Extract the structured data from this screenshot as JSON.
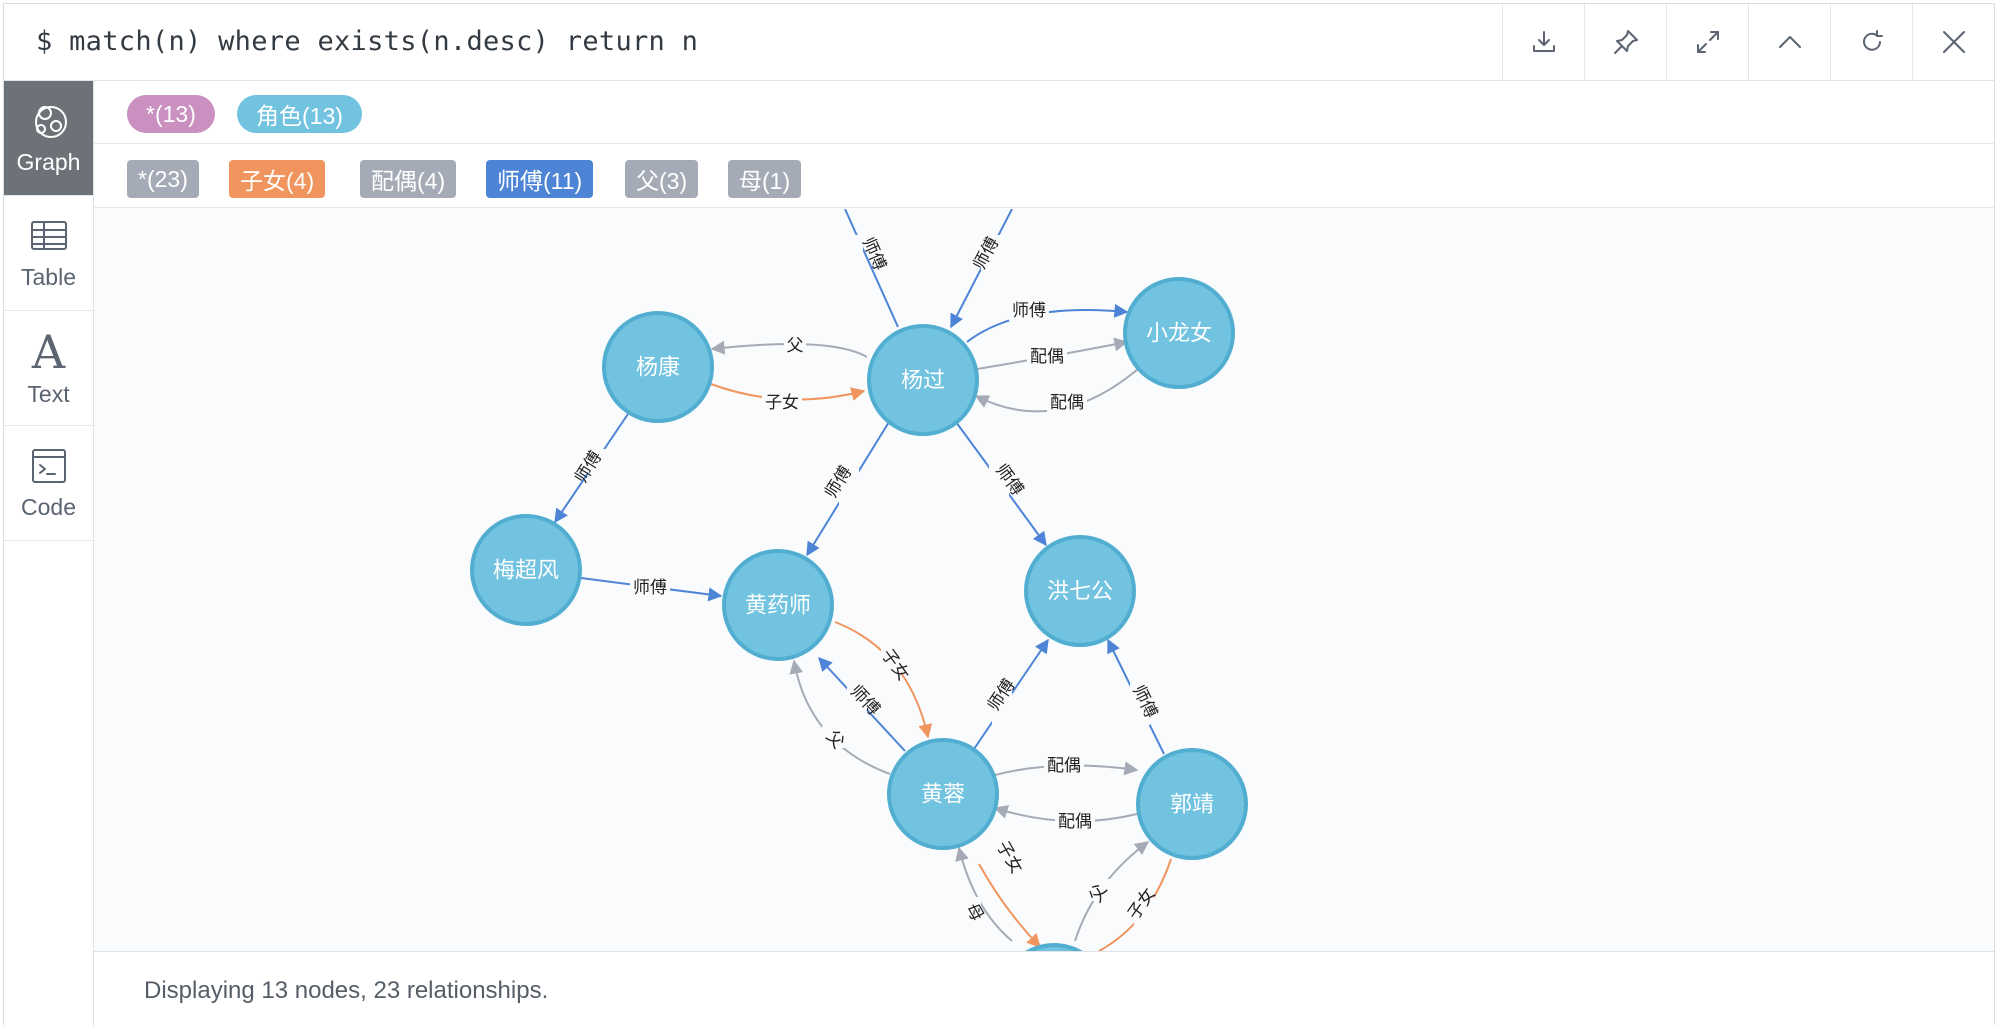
{
  "command": {
    "text": "$ match(n) where exists(n.desc) return n"
  },
  "toolbar": [
    {
      "name": "download-icon",
      "label": "download"
    },
    {
      "name": "pin-icon",
      "label": "pin"
    },
    {
      "name": "expand-icon",
      "label": "fullscreen"
    },
    {
      "name": "collapse-icon",
      "label": "collapse"
    },
    {
      "name": "rerun-icon",
      "label": "rerun"
    },
    {
      "name": "close-icon",
      "label": "close"
    }
  ],
  "sidebar": {
    "items": [
      {
        "label": "Graph",
        "icon": "graph-icon",
        "active": true
      },
      {
        "label": "Table",
        "icon": "table-icon",
        "active": false
      },
      {
        "label": "Text",
        "icon": "text-icon",
        "active": false
      },
      {
        "label": "Code",
        "icon": "code-icon",
        "active": false
      }
    ]
  },
  "node_labels": [
    {
      "text": "*(13)",
      "color": "#c990c0"
    },
    {
      "text": "角色(13)",
      "color": "#68bdf6"
    }
  ],
  "relationship_types": [
    {
      "text": "*(23)",
      "color": "#a5abb6"
    },
    {
      "text": "子女(4)",
      "color": "#f0955e"
    },
    {
      "text": "配偶(4)",
      "color": "#a5abb6"
    },
    {
      "text": "师傅(11)",
      "color": "#4d84d6"
    },
    {
      "text": "父(3)",
      "color": "#a5abb6"
    },
    {
      "text": "母(1)",
      "color": "#a5abb6"
    }
  ],
  "graph": {
    "node_color": "#72c3e0",
    "node_stroke": "#52aed0",
    "nodes": [
      "杨康",
      "杨过",
      "小龙女",
      "梅超风",
      "黄药师",
      "洪七公",
      "黄蓉",
      "郭靖"
    ],
    "relationship_labels": {
      "master": "师傅",
      "child": "子女",
      "spouse": "配偶",
      "father": "父",
      "mother": "母"
    },
    "colors": {
      "master": "#4d84d6",
      "child": "#f0955e",
      "spouse": "#a5abb6",
      "father": "#a5abb6",
      "mother": "#a5abb6"
    }
  },
  "status": {
    "text": "Displaying 13 nodes, 23 relationships."
  }
}
